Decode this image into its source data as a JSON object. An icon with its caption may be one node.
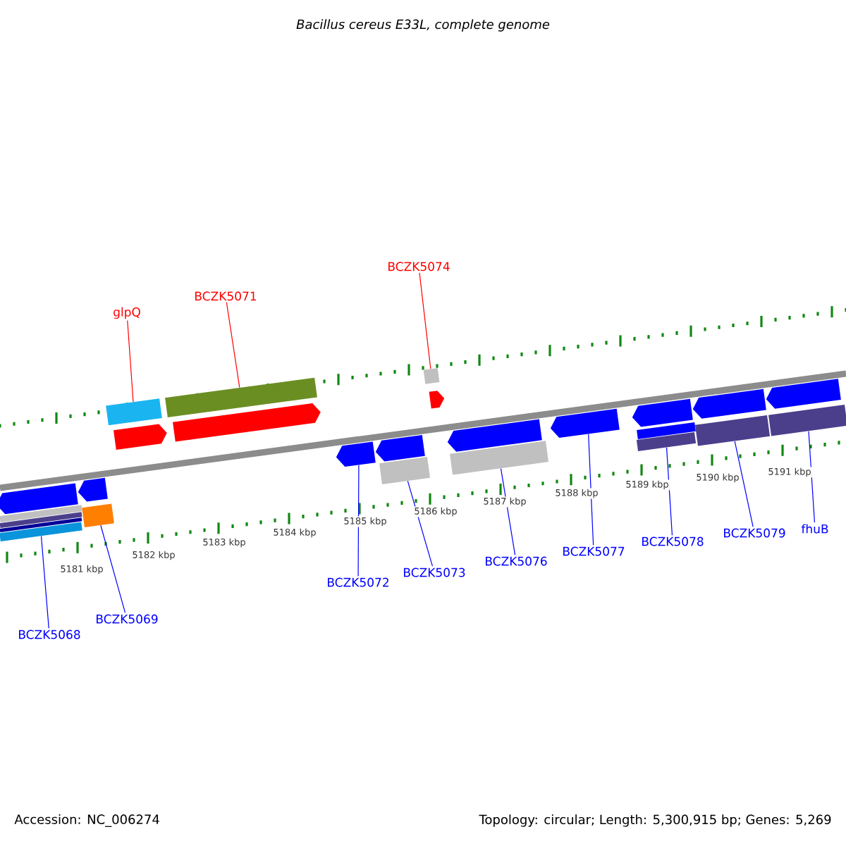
{
  "diagram": {
    "title": "Bacillus cereus E33L, complete genome",
    "nodes": [
      {
        "text": [
          "glpQ"
        ]
      },
      {
        "text": [],
        "shape": "box"
      },
      {
        "text": [
          "BCZK5071"
        ]
      },
      {
        "text": [],
        "shape": "bar"
      },
      {
        "text": [
          "BCZK5074"
        ]
      },
      {
        "text": [],
        "shape": "box"
      },
      {
        "text": [
          "BCZK5068"
        ]
      },
      {
        "text": [],
        "shape": "bar"
      },
      {
        "text": [
          "BCZK5069"
        ]
      },
      {
        "text": [],
        "shape": "box"
      },
      {
        "text": [
          "BCZK5072"
        ]
      },
      {
        "text": [],
        "shape": "pentagon"
      },
      {
        "text": [
          "BCZK5073"
        ]
      },
      {
        "text": [],
        "shape": "box"
      },
      {
        "text": [
          "BCZK5076"
        ]
      },
      {
        "text": [],
        "shape": "box"
      },
      {
        "text": [
          "BCZK5077"
        ]
      },
      {
        "text": [],
        "shape": "pentagon"
      },
      {
        "text": [
          "BCZK5078"
        ]
      },
      {
        "text": [],
        "shape": "box"
      },
      {
        "text": [
          "BCZK5079"
        ]
      },
      {
        "text": [],
        "shape": "box"
      },
      {
        "text": [
          "fhuB"
        ]
      },
      {
        "text": [],
        "shape": "box"
      },
      {
        "text": [],
        "shape": "pentagon"
      },
      {
        "text": [],
        "shape": "pentagon"
      },
      {
        "text": [],
        "shape": "pentagon"
      },
      {
        "text": [],
        "shape": "pentagon"
      },
      {
        "text": [],
        "shape": "pentagon"
      },
      {
        "text": [],
        "shape": "pentagon"
      },
      {
        "text": [],
        "shape": "pentagon"
      },
      {
        "text": [],
        "shape": "pentagon"
      },
      {
        "text": [],
        "shape": "pentagon"
      },
      {
        "text": [],
        "shape": "pentagon"
      },
      {
        "text": [],
        "shape": "box"
      },
      {
        "text": [],
        "shape": "box"
      },
      {
        "text": [],
        "shape": "box"
      },
      {
        "text": [],
        "shape": "box"
      }
    ],
    "edges": [
      {
        "from": 0,
        "to": 1,
        "arrow": "none",
        "color": "#ff0000"
      },
      {
        "from": 2,
        "to": 3,
        "arrow": "none",
        "color": "#ff0000"
      },
      {
        "from": 4,
        "to": 5,
        "arrow": "none",
        "color": "#ff0000"
      },
      {
        "from": 6,
        "to": 7,
        "arrow": "none"
      },
      {
        "from": 8,
        "to": 9,
        "arrow": "none"
      },
      {
        "from": 10,
        "to": 11,
        "arrow": "none"
      },
      {
        "from": 12,
        "to": 13,
        "arrow": "none"
      },
      {
        "from": 14,
        "to": 15,
        "arrow": "none"
      },
      {
        "from": 16,
        "to": 17,
        "arrow": "none"
      },
      {
        "from": 18,
        "to": 19,
        "arrow": "none"
      },
      {
        "from": 20,
        "to": 21,
        "arrow": "none"
      },
      {
        "from": 22,
        "to": 23,
        "arrow": "none"
      }
    ],
    "labels": [
      "5181 kbp",
      "5182 kbp",
      "5183 kbp",
      "5184 kbp",
      "5185 kbp",
      "5186 kbp",
      "5187 kbp",
      "5188 kbp",
      "5189 kbp",
      "5190 kbp",
      "5191 kbp",
      "Accession: NC_006274",
      "Topology: circular; Length: 5,300,915 bp; Genes: 5,269"
    ]
  }
}
